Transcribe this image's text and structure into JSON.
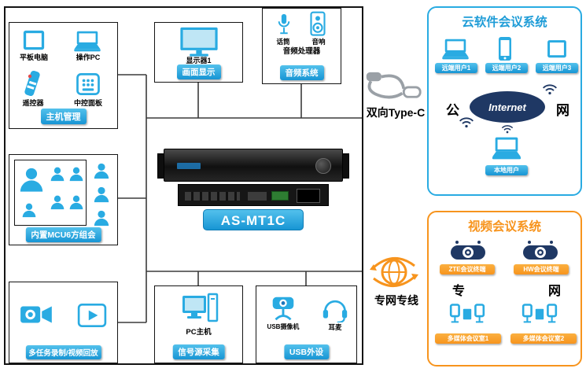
{
  "main_system": {
    "host": {
      "devices": [
        "平板电脑",
        "操作PC",
        "遥控器",
        "中控面板"
      ],
      "badge": "主机管理"
    },
    "display": {
      "device": "显示器1",
      "badge": "画面显示"
    },
    "audio": {
      "mic": "话筒",
      "speaker": "音响",
      "processor": "音频处理器",
      "badge": "音频系统"
    },
    "mcu": {
      "badge": "内置MCU6方组会"
    },
    "device_model": "AS-MT1C",
    "record": {
      "badge": "多任务录制/视频回放"
    },
    "signal": {
      "device": "PC主机",
      "badge": "信号源采集"
    },
    "usb": {
      "camera": "USB摄像机",
      "headset": "耳麦",
      "badge": "USB外设"
    }
  },
  "links": {
    "typec": "双向Type-C",
    "dedicated": "专网专线"
  },
  "cloud_panel": {
    "title": "云软件会议系统",
    "remote_users": [
      "远端用户1",
      "远端用户2",
      "远端用户3"
    ],
    "public_label": "公",
    "internet_label": "Internet",
    "net_label": "网",
    "local_user": "本地用户"
  },
  "video_panel": {
    "title": "视频会议系统",
    "terminals": [
      "ZTE会议终端",
      "HW会议终端"
    ],
    "private_label": "专",
    "net_label": "网",
    "rooms": [
      "多媒体会议室1",
      "多媒体会议室2"
    ]
  },
  "colors": {
    "accent_blue": "#29ABE2",
    "accent_orange": "#F7941D",
    "cloud_navy": "#1F3864"
  }
}
